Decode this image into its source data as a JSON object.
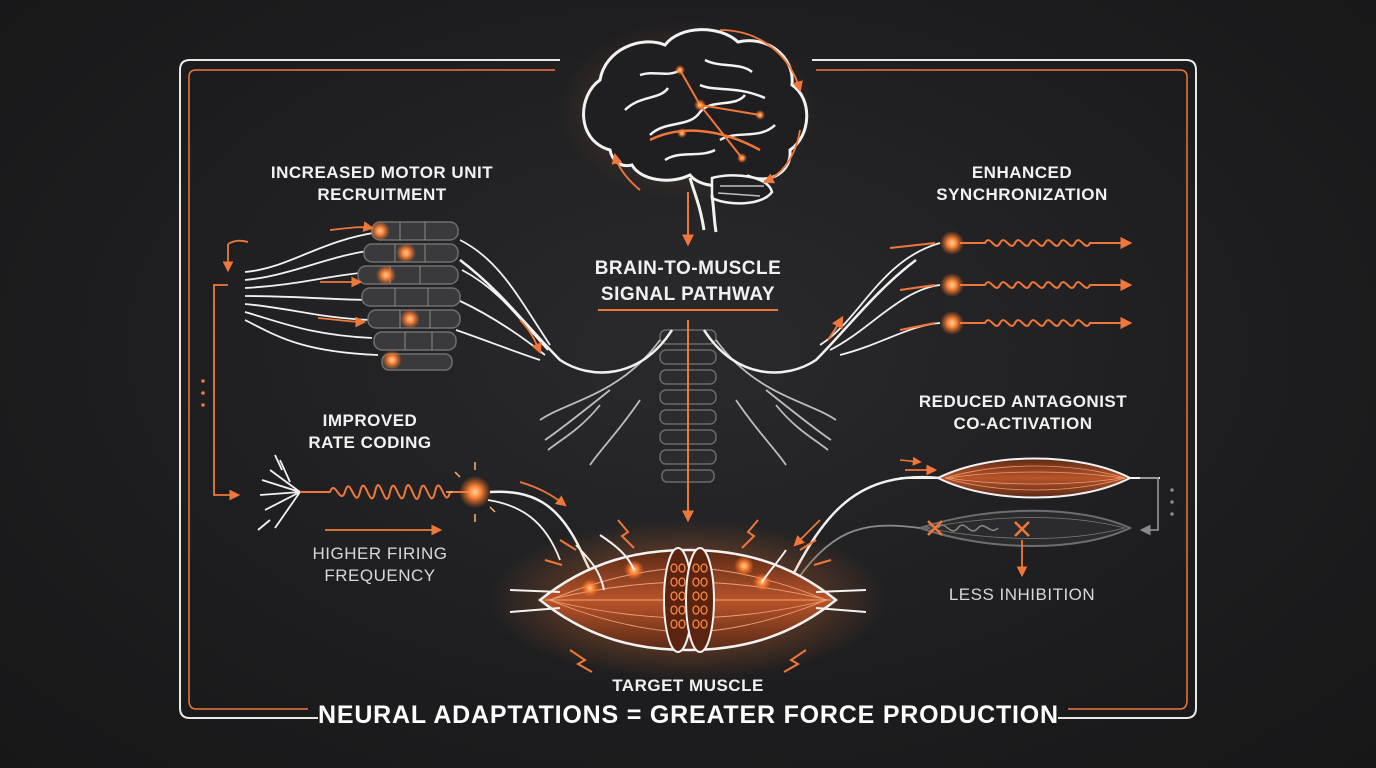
{
  "title": "NEURAL ADAPTATIONS = GREATER FORCE PRODUCTION",
  "center": {
    "line1": "BRAIN-TO-MUSCLE",
    "line2": "SIGNAL PATHWAY"
  },
  "recruitment": {
    "line1": "INCREASED MOTOR UNIT",
    "line2": "RECRUITMENT"
  },
  "synchronization": {
    "line1": "ENHANCED",
    "line2": "SYNCHRONIZATION"
  },
  "rate_coding": {
    "line1": "IMPROVED",
    "line2": "RATE CODING",
    "note1": "HIGHER FIRING",
    "note2": "FREQUENCY"
  },
  "antagonist": {
    "line1": "REDUCED ANTAGONIST",
    "line2": "CO-ACTIVATION",
    "note": "LESS INHIBITION"
  },
  "target": {
    "label": "TARGET MUSCLE"
  },
  "colors": {
    "accent": "#f0773a",
    "glow": "#ff9a55",
    "line": "#f2f2f2",
    "background": "#1f1f21"
  }
}
